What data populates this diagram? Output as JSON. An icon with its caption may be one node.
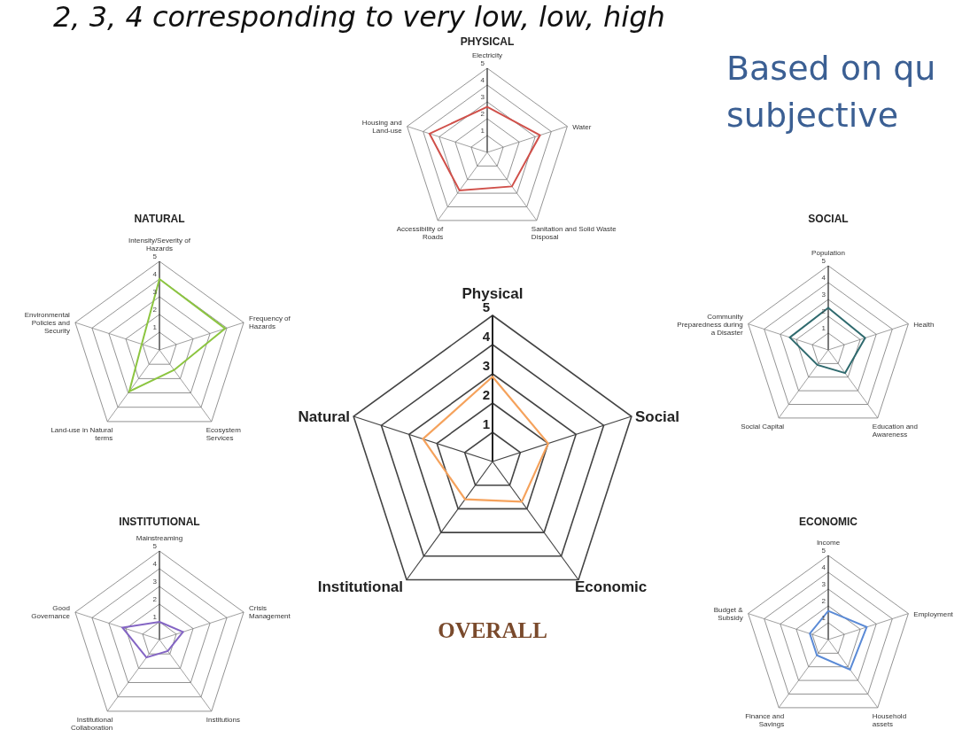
{
  "diagram": {
    "labels": [
      "2, 3, 4 corresponding to very low, low, high",
      "PHYSICAL",
      "Electricity",
      "5",
      "4",
      "3",
      "2",
      "1",
      "Water",
      "Sanitation and Solid Waste Disposal",
      "Accessibility of Roads",
      "Housing and Land-use",
      "Based on qu",
      "subjective",
      "NATURAL",
      "Intensity/Severity of Hazards",
      "5",
      "4",
      "3",
      "2",
      "1",
      "Frequency of Hazards",
      "Ecosystem Services",
      "Land-use in Natural terms",
      "Environmental Policies and Security",
      "SOCIAL",
      "Population",
      "5",
      "4",
      "3",
      "2",
      "1",
      "Health",
      "Education and Awareness",
      "Social Capital",
      "Community Preparedness during a Disaster",
      "Physical",
      "5",
      "4",
      "3",
      "2",
      "1",
      "Social",
      "Economic",
      "Institutional",
      "Natural",
      "OVERALL",
      "INSTITUTIONAL",
      "Mainstreaming",
      "5",
      "4",
      "3",
      "2",
      "1",
      "Crisis Management",
      "Institutions",
      "Institutional Collaboration",
      "Good Governance",
      "ECONOMIC",
      "Income",
      "5",
      "4",
      "3",
      "2",
      "1",
      "Employment",
      "Household assets",
      "Finance and Savings",
      "Budget & Subsidy"
    ]
  }
}
